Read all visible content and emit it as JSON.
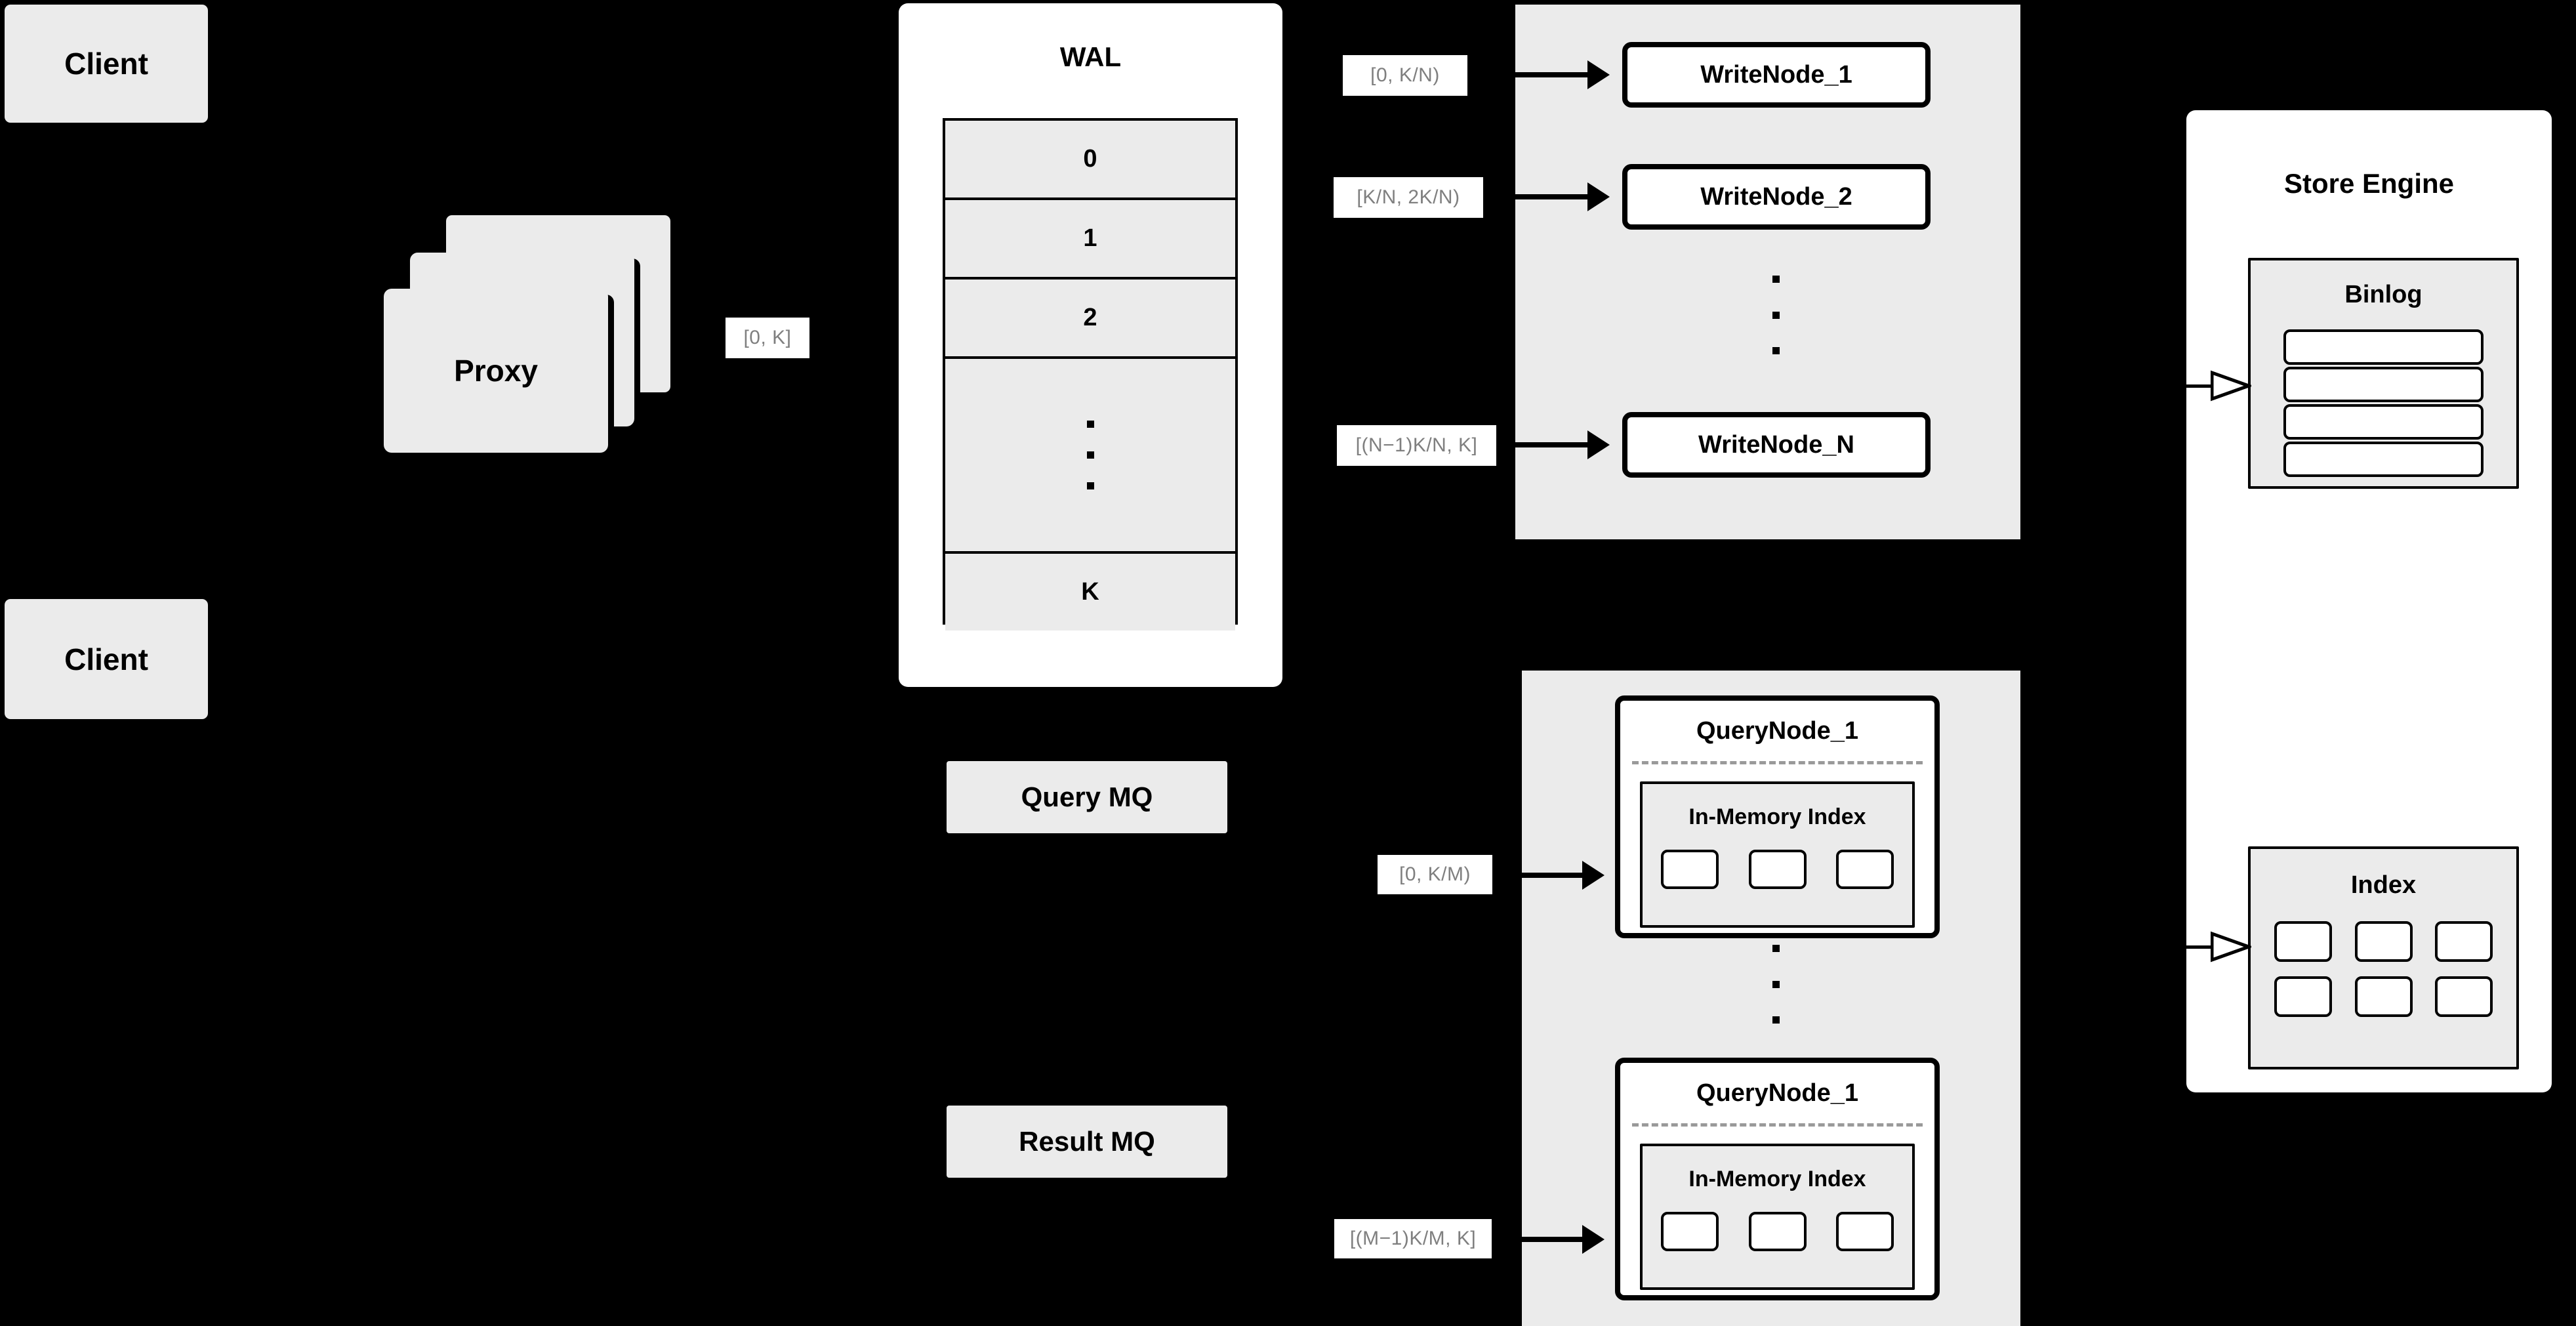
{
  "diagram": {
    "title": "Distributed vector database write/query architecture",
    "background_color": "#000000",
    "panel_color": "#FFFFFF",
    "card_color": "#EBEBEB",
    "label_text_color": "#7F7F7F",
    "stroke_color": "#000000"
  },
  "clients": [
    {
      "label": "Client"
    },
    {
      "label": "Client"
    }
  ],
  "proxy": {
    "label": "Proxy",
    "stack_count": 3,
    "out_range_label": "[0, K]"
  },
  "wal": {
    "title": "WAL",
    "rows": [
      "0",
      "1",
      "2",
      "ellipsis",
      "K"
    ],
    "ellipsis_dots": 3
  },
  "write_cluster": {
    "nodes": [
      {
        "label": "WriteNode_1",
        "range_label": "[0,  K/N)"
      },
      {
        "label": "WriteNode_2",
        "range_label": "[K/N, 2K/N)"
      },
      {
        "label": "WriteNode_N",
        "range_label": "[(N−1)K/N,  K]"
      }
    ],
    "ellipsis_dots": 3
  },
  "query_mq": {
    "label": "Query MQ"
  },
  "result_mq": {
    "label": "Result MQ"
  },
  "query_cluster": {
    "nodes": [
      {
        "label": "QueryNode_1",
        "range_label": "[0, K/M)",
        "inner": {
          "title": "In-Memory Index",
          "cell_count": 3
        }
      },
      {
        "label": "QueryNode_1",
        "range_label": "[(M−1)K/M, K]",
        "inner": {
          "title": "In-Memory Index",
          "cell_count": 3
        }
      }
    ],
    "ellipsis_dots": 3
  },
  "store_engine": {
    "title": "Store Engine",
    "binlog": {
      "title": "Binlog",
      "row_count": 4
    },
    "index": {
      "title": "Index",
      "cell_rows": 2,
      "cell_cols": 3
    }
  }
}
